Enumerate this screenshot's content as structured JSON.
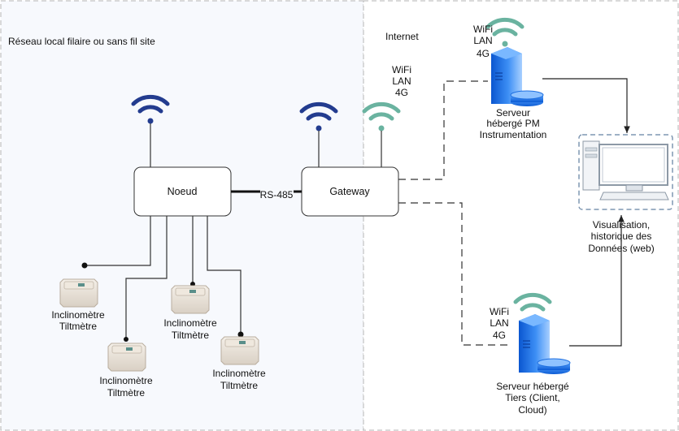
{
  "zones": {
    "local_title": "Réseau local filaire ou sans fil site",
    "internet_title": "Internet"
  },
  "nodes": {
    "noeud": "Noeud",
    "gateway": "Gateway",
    "link_label": "RS-485"
  },
  "connectivity": {
    "gateway_top": [
      "WiFi",
      "LAN",
      "4G"
    ],
    "server_pm": [
      "WiFi",
      "LAN",
      "4G"
    ],
    "server_tiers": [
      "WiFi",
      "LAN",
      "4G"
    ]
  },
  "servers": {
    "pm_label": [
      "Serveur",
      "hébergé PM",
      "Instrumentation"
    ],
    "tiers_label": [
      "Serveur hébergé",
      "Tiers (Client,",
      "Cloud)"
    ]
  },
  "visualisation": {
    "label": [
      "Visualisation,",
      "historique des",
      "Données (web)"
    ]
  },
  "sensors": [
    {
      "line1": "Inclinomètre",
      "line2": "Tiltmètre"
    },
    {
      "line1": "Inclinomètre",
      "line2": "Tiltmètre"
    },
    {
      "line1": "Inclinomètre",
      "line2": "Tiltmètre"
    },
    {
      "line1": "Inclinomètre",
      "line2": "Tiltmètre"
    }
  ],
  "colors": {
    "wifi_dark": "#233c8f",
    "wifi_teal": "#6ab3a0",
    "server_blue": "#1e6fe0",
    "zone_border": "#b5b5b5",
    "local_bg": "#f7f9fd"
  }
}
